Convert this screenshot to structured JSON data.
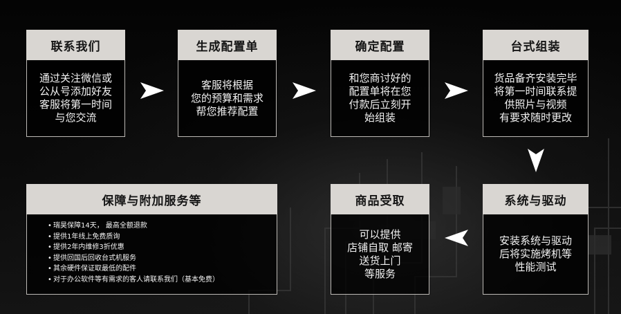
{
  "steps": [
    {
      "title": "联系我们",
      "body": "通过关注微信或\n公从号添加好友\n客服将第一时间\n与您交流"
    },
    {
      "title": "生成配置单",
      "body": "客服将根据\n您的预算和需求\n帮您推荐配置"
    },
    {
      "title": "确定配置",
      "body": "和您商讨好的\n配置单将在您\n付款后立刻开\n始组装"
    },
    {
      "title": "台式组装",
      "body": "货品备齐安装完毕\n将第一时间联系提\n供照片与视频\n有要求随时更改"
    },
    {
      "title": "系统与驱动",
      "body": "安装系统与驱动\n后将实施烤机等\n性能测试"
    },
    {
      "title": "商品受取",
      "body": "可以提供\n店铺自取  邮寄\n送货上门\n等服务"
    }
  ],
  "services": {
    "title": "保障与附加服务等",
    "items": [
      "瑞昊保障14天，  最高全额退款",
      "提供1年线上免费质询",
      "提供2年内维修3折优惠",
      "提供回国后回收台式机服务",
      "其余硬件保证取最低的配件",
      "对于办公软件等有需求的客人请联系我们（基本免费）"
    ]
  },
  "icons": {
    "arrow": "chevron-arrow-icon"
  },
  "colors": {
    "header": "#d9d6d2",
    "arrow": "#ffffff",
    "background": "#050505"
  }
}
